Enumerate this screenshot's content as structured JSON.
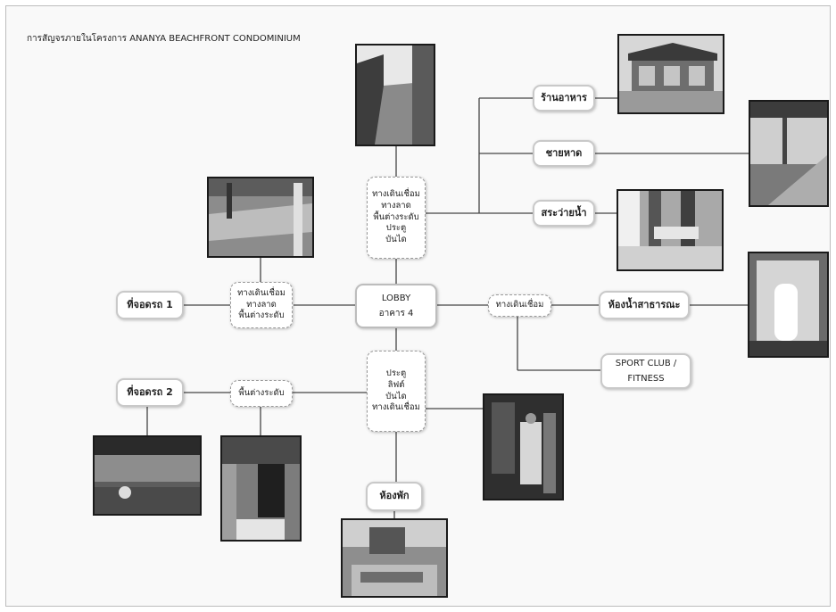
{
  "title": "การสัญจรภายในโครงการ ANANYA BEACHFRONT CONDOMINIUM",
  "nodes": {
    "lobby": [
      "LOBBY",
      "อาคาร 4"
    ],
    "top_connector": [
      "ทางเดินเชื่อม",
      "ทางลาด",
      "พื้นต่างระดับ",
      "ประตู",
      "บันได"
    ],
    "left_connector": [
      "ทางเดินเชื่อม",
      "ทางลาด",
      "พื้นต่างระดับ"
    ],
    "bottom_connector": [
      "ประตู",
      "ลิฟต์",
      "บันได",
      "ทางเดินเชื่อม"
    ],
    "right_connector": "ทางเดินเชื่อม",
    "lower_left_connector": "พื้นต่างระดับ",
    "parking1": "ที่จอดรถ 1",
    "parking2": "ที่จอดรถ 2",
    "restaurant": "ร้านอาหาร",
    "beach": "ชายหาด",
    "pool": "สระว่ายน้ำ",
    "restroom": "ห้องน้ำสาธารณะ",
    "sport_club": [
      "SPORT CLUB /",
      "FITNESS"
    ],
    "room": "ห้องพัก"
  }
}
